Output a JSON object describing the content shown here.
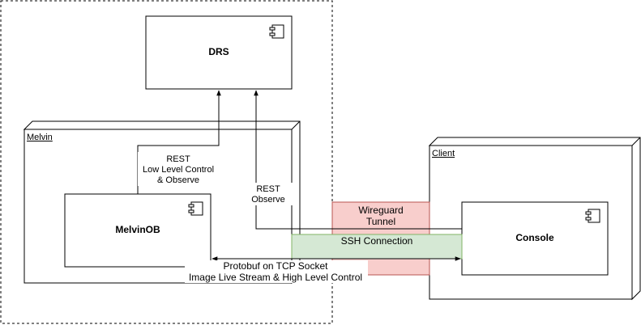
{
  "drs": {
    "label": "DRS"
  },
  "melvin_node": {
    "label": "Melvin"
  },
  "melvinob": {
    "label": "MelvinOB"
  },
  "client_node": {
    "label": "Client"
  },
  "console": {
    "label": "Console"
  },
  "edges": {
    "rest_low": {
      "line1": "REST",
      "line2": "Low Level Control",
      "line3": "& Observe"
    },
    "rest_observe": {
      "line1": "REST",
      "line2": "Observe"
    },
    "wireguard": {
      "line1": "Wireguard",
      "line2": "Tunnel"
    },
    "ssh": {
      "label": "SSH Connection"
    },
    "protobuf": {
      "line1": "Protobuf on TCP Socket",
      "line2": "Image Live Stream & High Level Control"
    }
  },
  "colors": {
    "wireguard_fill": "#f8cecc",
    "wireguard_stroke": "#b85450",
    "ssh_fill": "#d5e8d4",
    "ssh_stroke": "#82b366",
    "line": "#000000"
  }
}
